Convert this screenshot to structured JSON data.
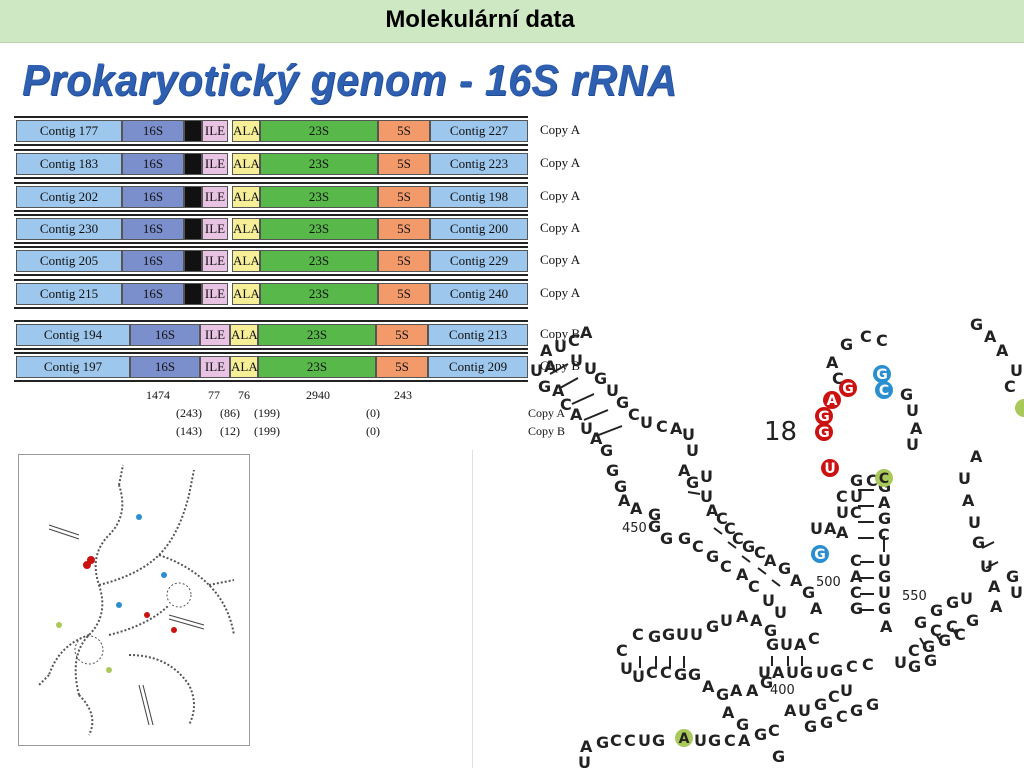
{
  "header": {
    "title": "Molekulární data"
  },
  "slide": {
    "title": "Prokaryotický genom - 16S rRNA"
  },
  "operons": [
    {
      "left_contig": "Contig 177",
      "right_contig": "Contig 227",
      "copy": "Copy A"
    },
    {
      "left_contig": "Contig 183",
      "right_contig": "Contig 223",
      "copy": "Copy A"
    },
    {
      "left_contig": "Contig 202",
      "right_contig": "Contig 198",
      "copy": "Copy A"
    },
    {
      "left_contig": "Contig 230",
      "right_contig": "Contig 200",
      "copy": "Copy A"
    },
    {
      "left_contig": "Contig 205",
      "right_contig": "Contig 229",
      "copy": "Copy A"
    },
    {
      "left_contig": "Contig 215",
      "right_contig": "Contig 240",
      "copy": "Copy A"
    },
    {
      "left_contig": "Contig 194",
      "right_contig": "Contig 213",
      "copy": "Copy B"
    },
    {
      "left_contig": "Contig 197",
      "right_contig": "Contig 209",
      "copy": "Copy B"
    }
  ],
  "genes": {
    "s16": "16S",
    "ile": "ILE",
    "ala": "ALA",
    "s23": "23S",
    "s5": "5S"
  },
  "lengths": {
    "main": [
      "1474",
      "77",
      "76",
      "2940",
      "243"
    ],
    "copy_a_diff": [
      "(243)",
      "(86)",
      "(199)",
      "(0)"
    ],
    "copy_b_diff": [
      "(143)",
      "(12)",
      "(199)",
      "(0)"
    ],
    "copy_a_label": "Copy A",
    "copy_b_label": "Copy B"
  },
  "rna": {
    "helix_label": "18",
    "positions": [
      "450",
      "500",
      "550",
      "400"
    ]
  },
  "colors": {
    "title": "#2f5fb0",
    "header_bg": "#cfe8c4",
    "red_nt": "#cc1111",
    "blue_nt": "#2a8fd0",
    "green_nt": "#a9c95a"
  }
}
